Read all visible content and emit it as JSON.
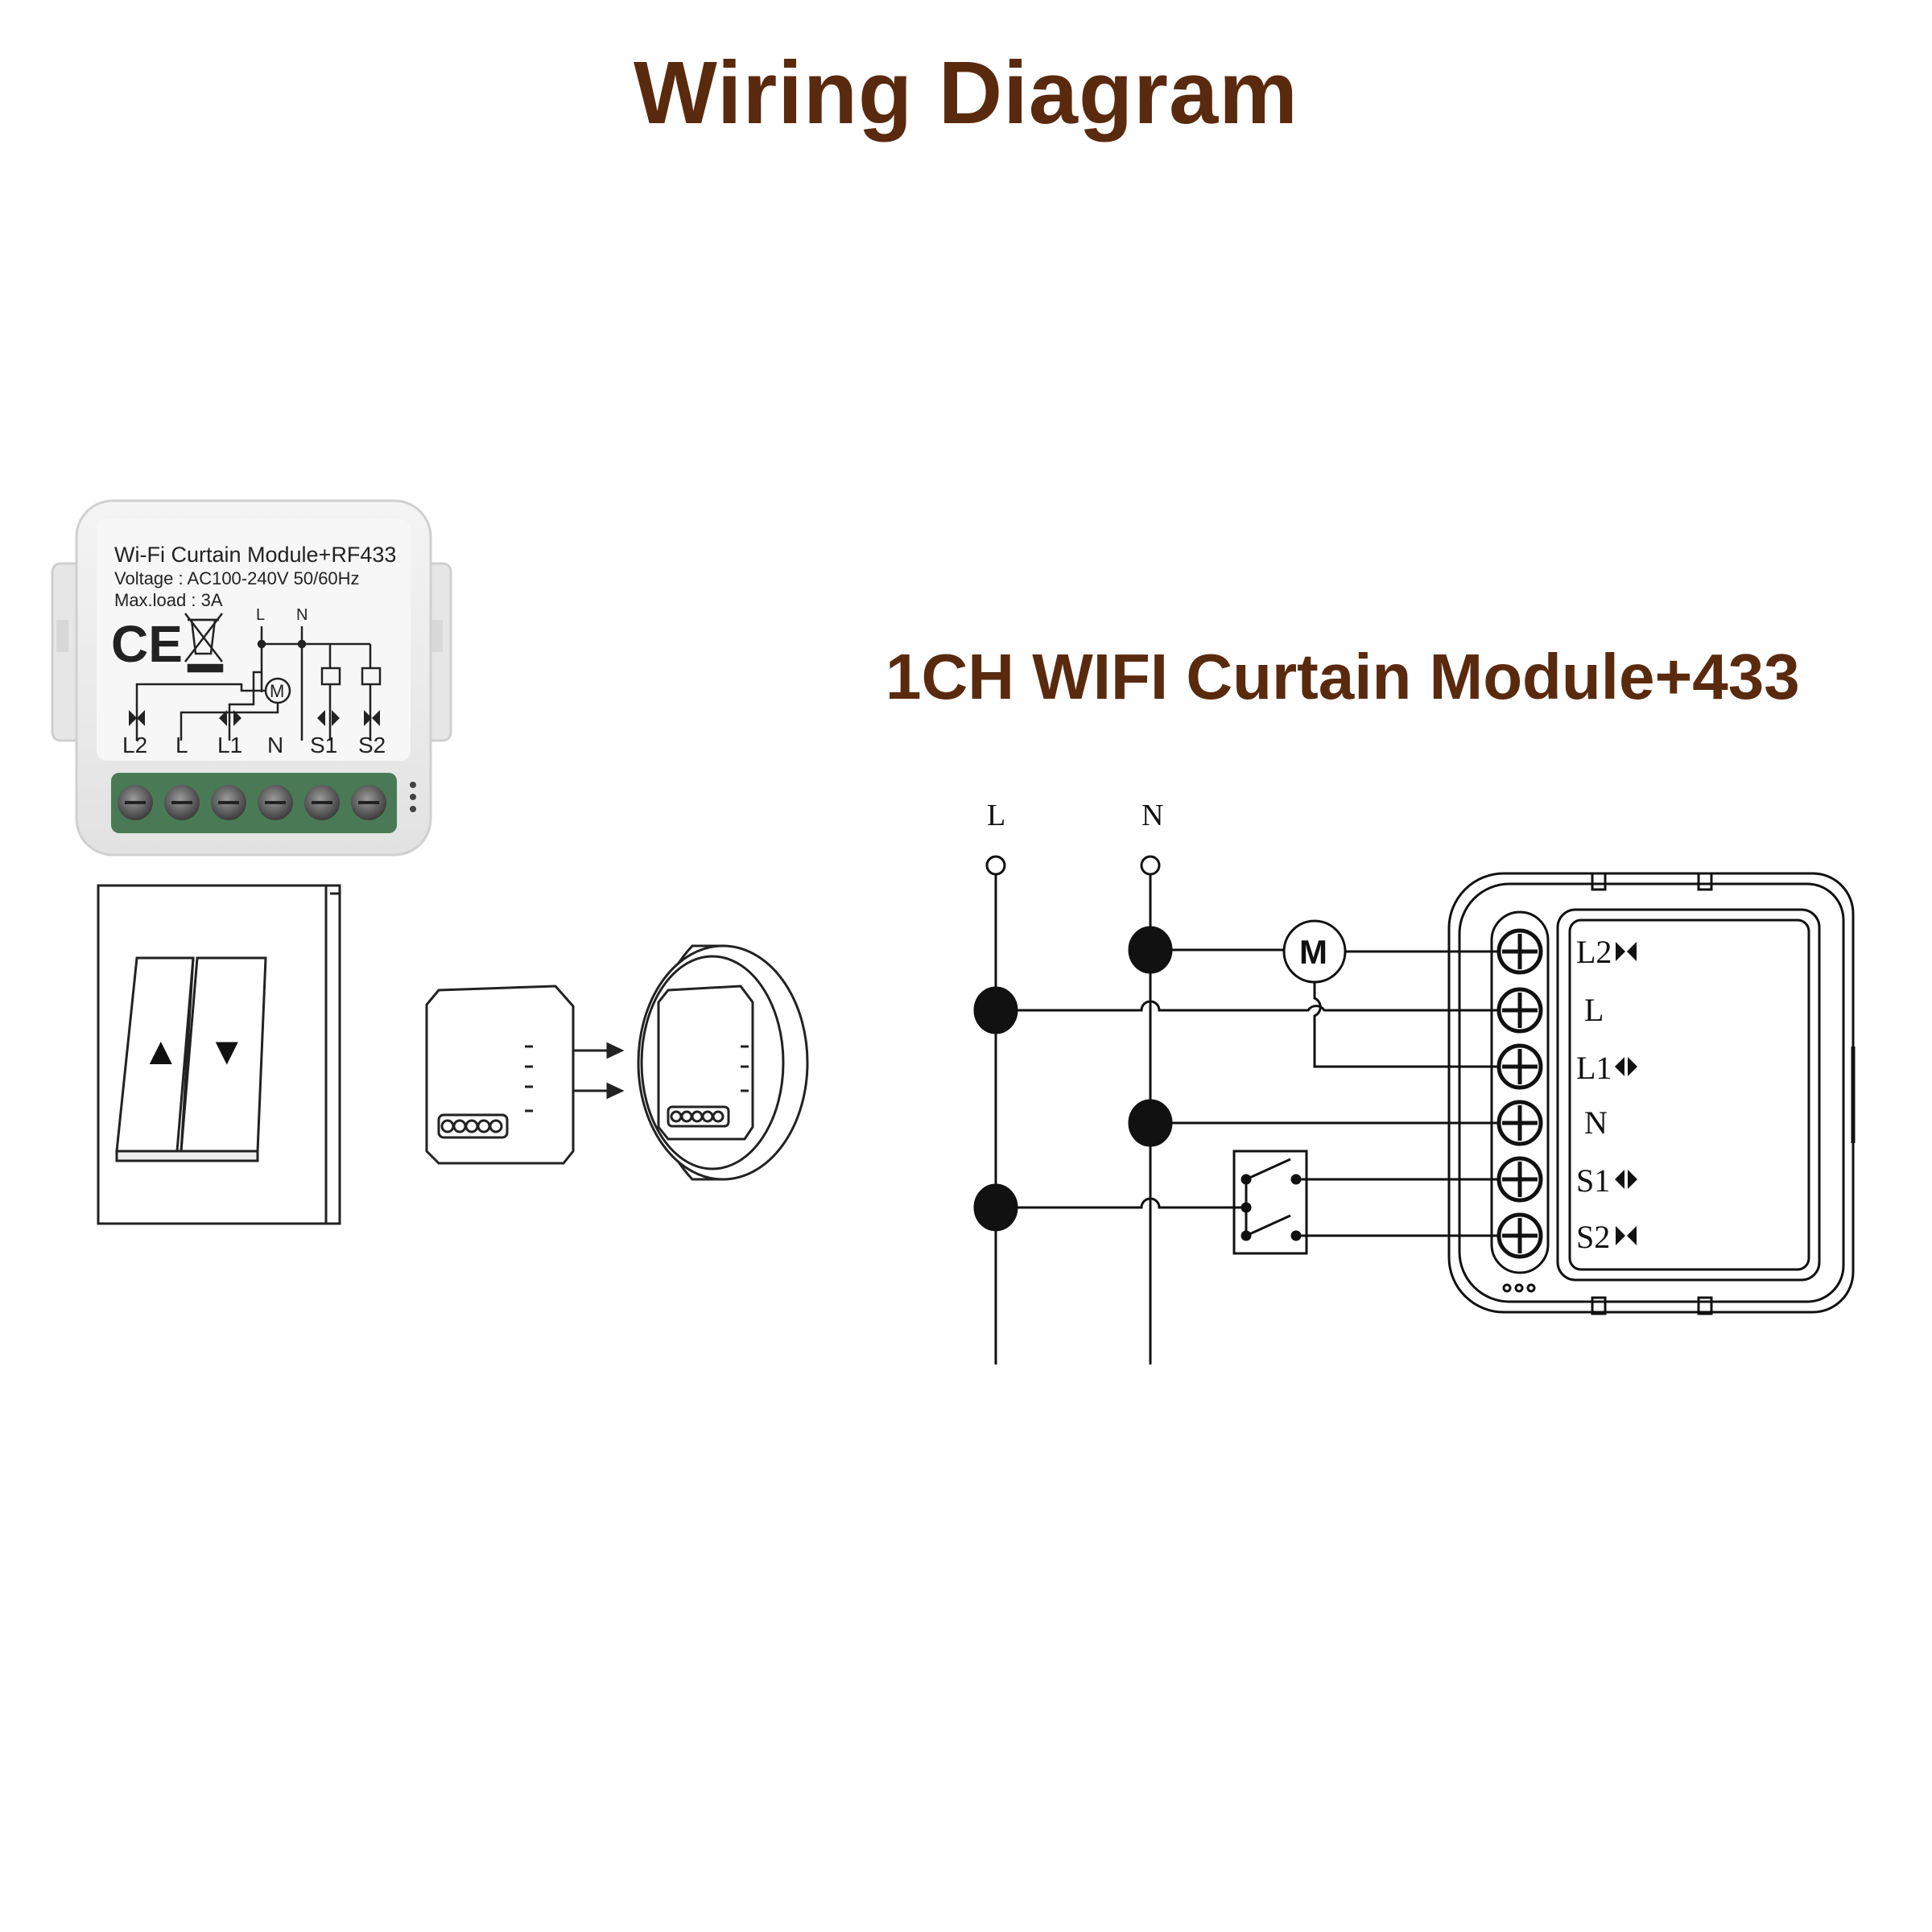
{
  "title": "Wiring Diagram",
  "subtitle": "1CH WIFI Curtain Module+433",
  "product": {
    "name": "Wi-Fi Curtain Module+RF433",
    "voltage": "Voltage : AC100-240V 50/60Hz",
    "max_load": "Max.load : 3A",
    "ce_mark": "CE",
    "schematic_top_labels": [
      "L",
      "N"
    ],
    "motor_symbol": "M",
    "terminal_labels": [
      "L2",
      "L",
      "L1",
      "N",
      "S1",
      "S2"
    ]
  },
  "wall_switch": {
    "up_symbol": "▲",
    "down_symbol": "▼"
  },
  "wiring": {
    "bus_labels": [
      "L",
      "N"
    ],
    "motor_label": "M",
    "terminal_labels": [
      "L2",
      "L",
      "L1",
      "N",
      "S1",
      "S2"
    ]
  },
  "colors": {
    "title": "#5a2a0e",
    "terminal_green": "#4a7a55",
    "line": "#111111"
  }
}
